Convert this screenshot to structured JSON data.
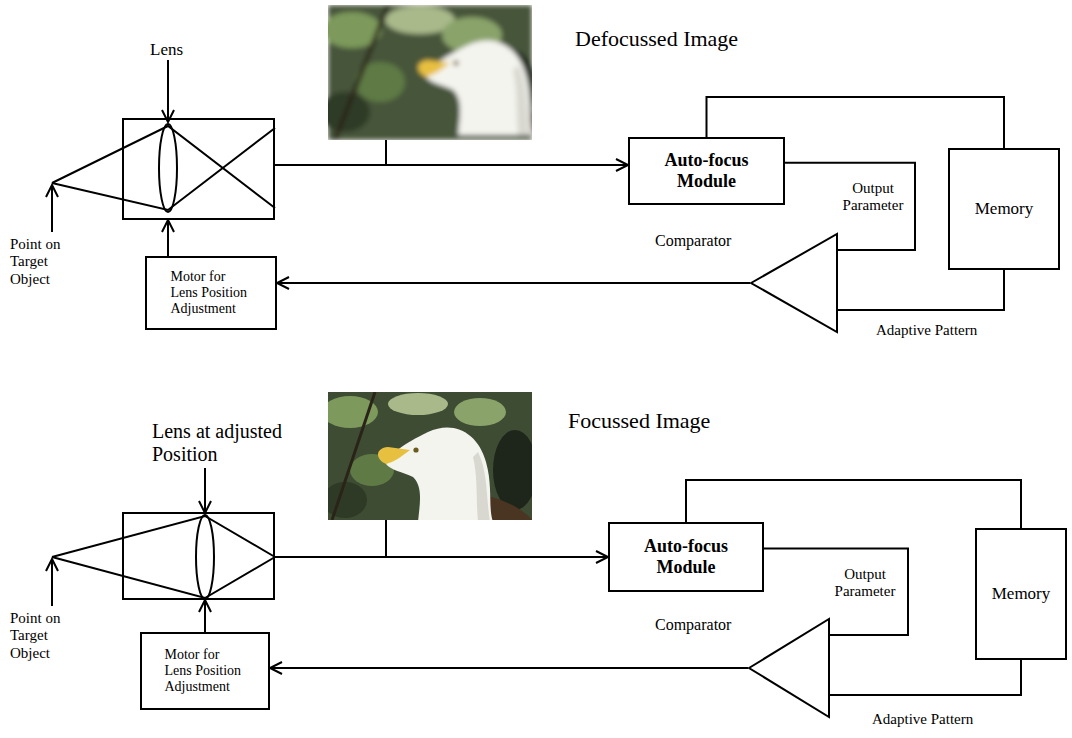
{
  "diagram": {
    "nodes": [
      {
        "text": [
          "Lens"
        ]
      },
      {
        "text": [
          "Motor for Lens Position Adjustment"
        ]
      },
      {
        "text": [
          "Auto-focus Module"
        ]
      },
      {
        "text": [
          "Memory"
        ]
      },
      {
        "text": [
          "Comparator"
        ]
      },
      {
        "text": [
          "Lens at adjusted Position"
        ]
      },
      {
        "text": [
          "Motor for Lens Position Adjustment"
        ]
      },
      {
        "text": [
          "Auto-focus Module"
        ]
      },
      {
        "text": [
          "Memory"
        ]
      },
      {
        "text": [
          "Comparator"
        ]
      }
    ],
    "edges": [
      {
        "from": 0,
        "to": 2,
        "arrow": "to"
      },
      {
        "from": 2,
        "to": 3,
        "arrow": "none"
      },
      {
        "from": 2,
        "to": 4,
        "arrow": "none",
        "label": "Output Parameter"
      },
      {
        "from": 3,
        "to": 4,
        "arrow": "none",
        "label": "Adaptive Pattern"
      },
      {
        "from": 4,
        "to": 1,
        "arrow": "to"
      },
      {
        "from": 1,
        "to": 0,
        "arrow": "to"
      },
      {
        "from": 5,
        "to": 7,
        "arrow": "to"
      },
      {
        "from": 7,
        "to": 8,
        "arrow": "none"
      },
      {
        "from": 7,
        "to": 9,
        "arrow": "none",
        "label": "Output Parameter"
      },
      {
        "from": 8,
        "to": 9,
        "arrow": "none",
        "label": "Adaptive Pattern"
      },
      {
        "from": 9,
        "to": 6,
        "arrow": "to"
      },
      {
        "from": 6,
        "to": 5,
        "arrow": "to"
      }
    ],
    "labels": [
      "Defocussed Image",
      "Point on Target Object",
      "Focussed Image",
      "Point on Target Object"
    ]
  }
}
